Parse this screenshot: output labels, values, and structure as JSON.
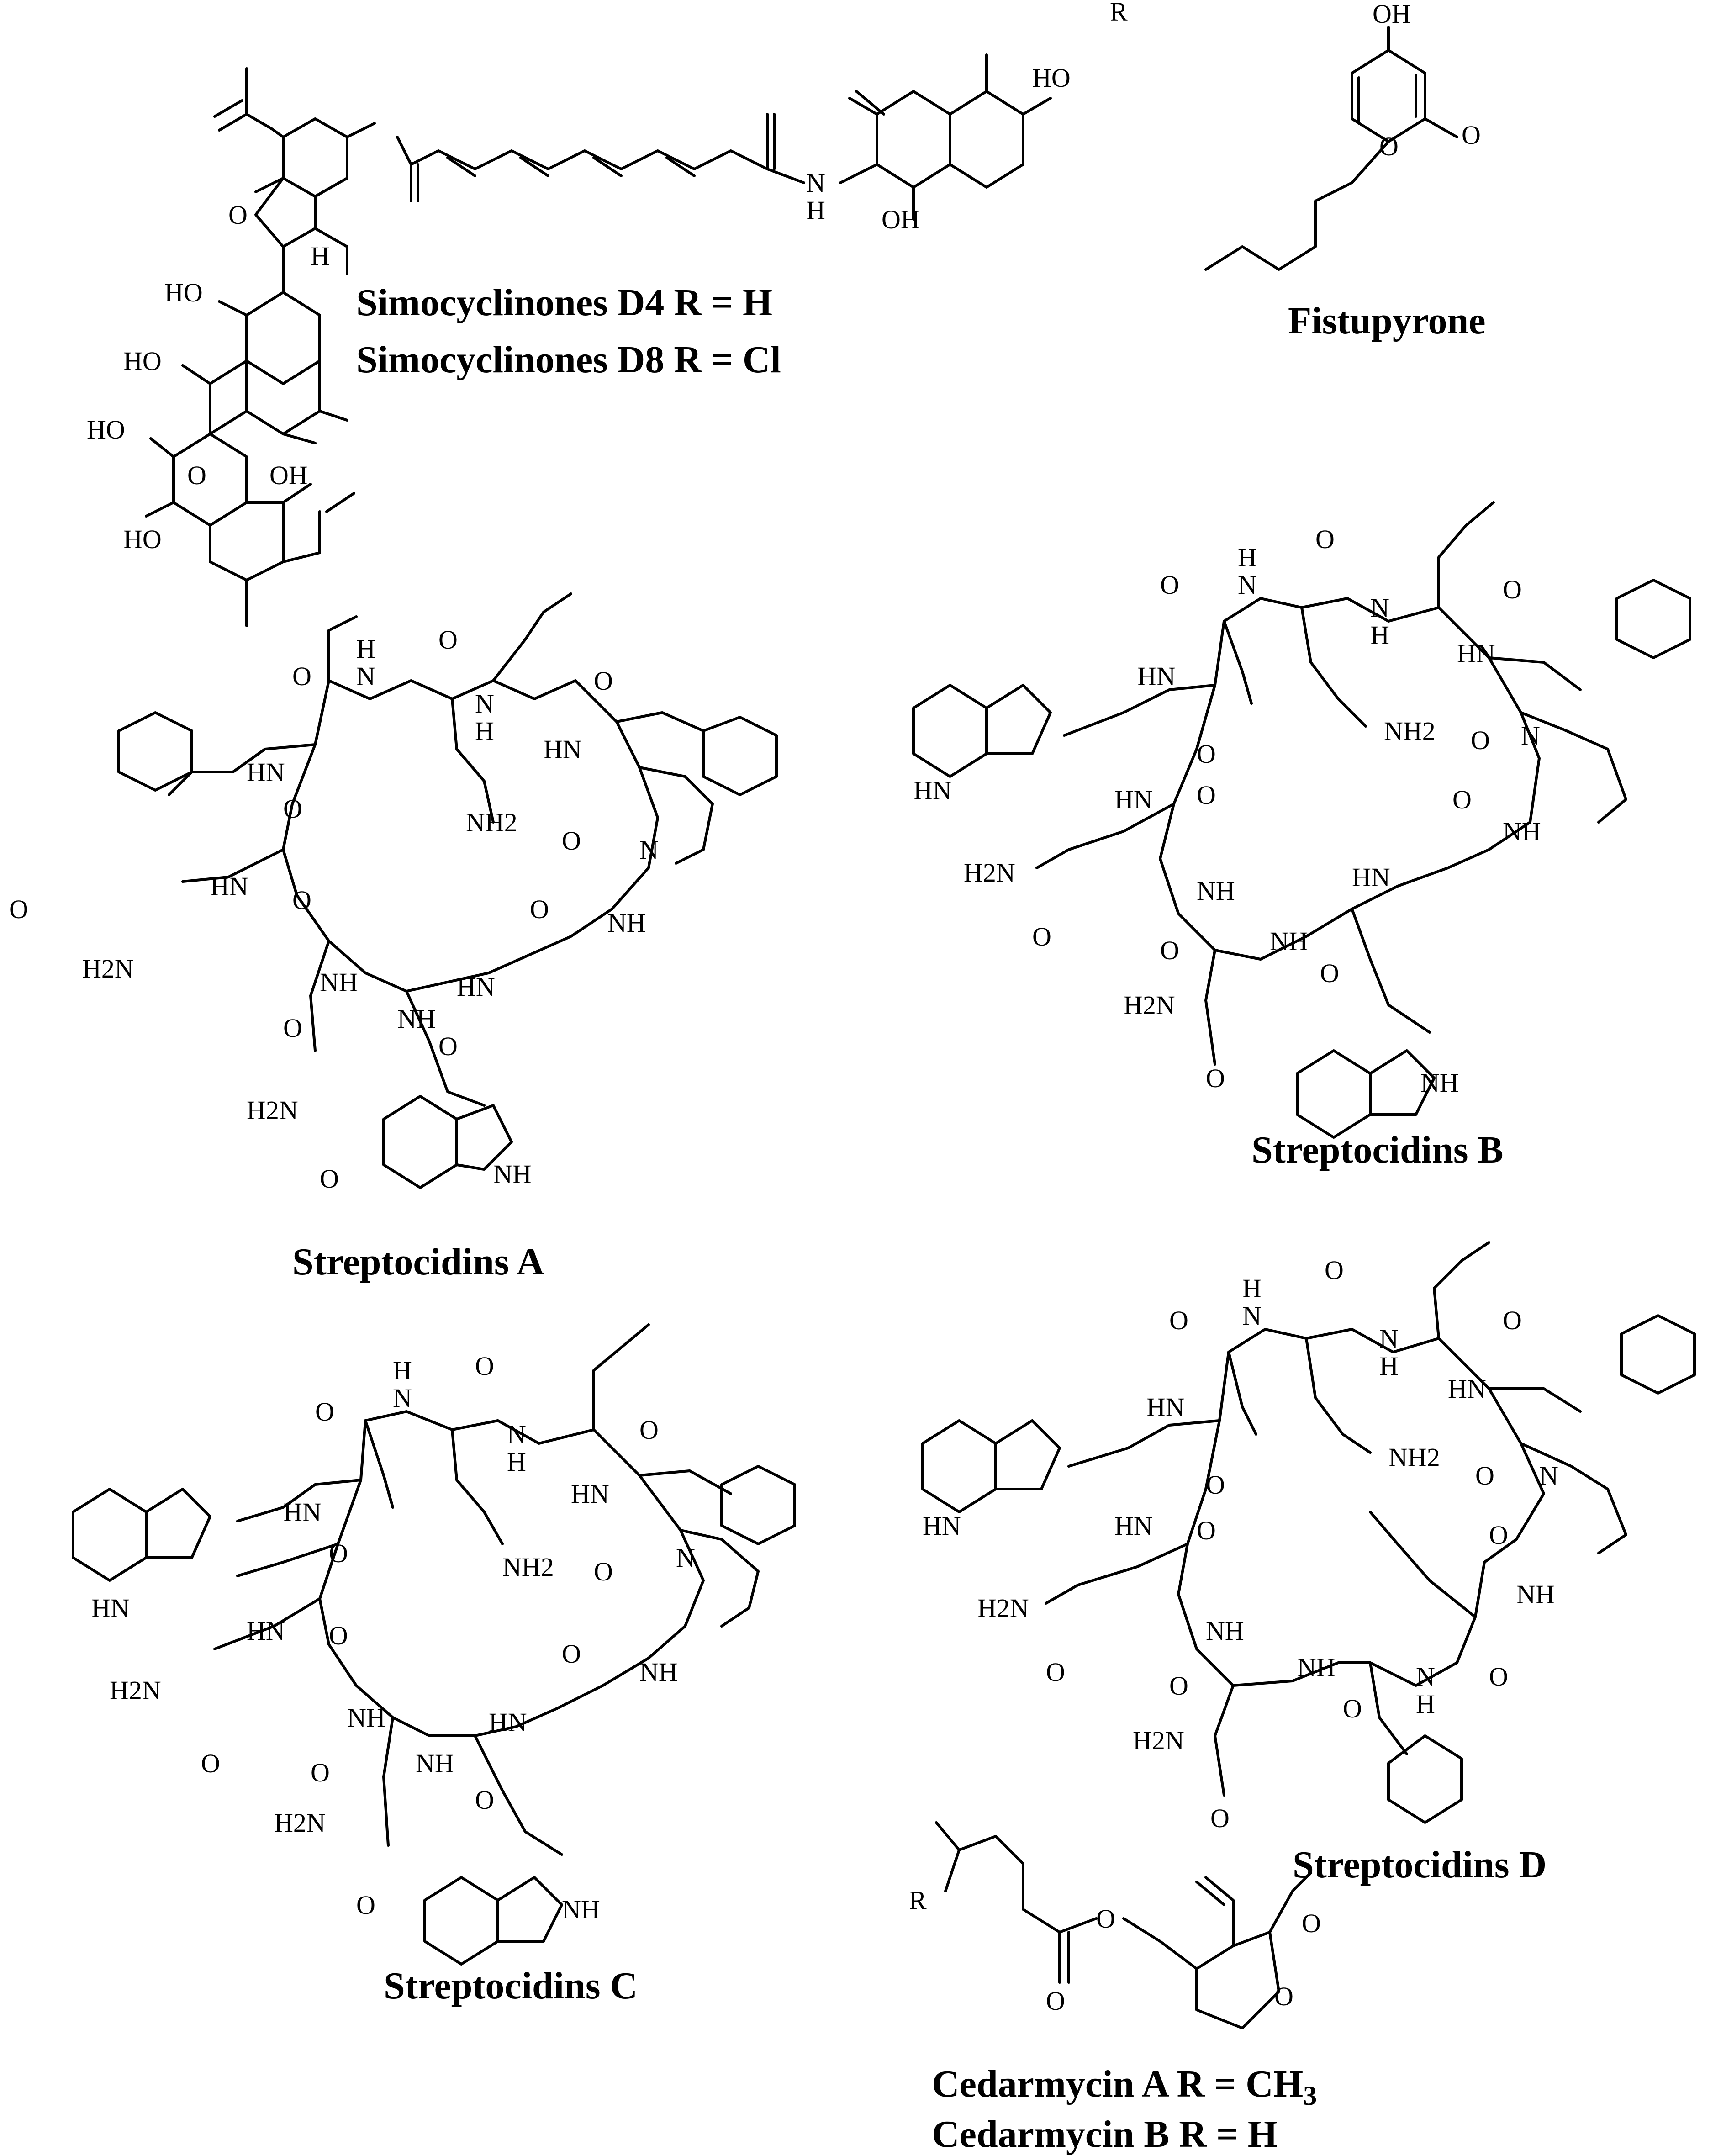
{
  "compounds": {
    "simocyclinone": {
      "lines": [
        "Simocyclinones D4  R = H",
        "Simocyclinones D8  R = Cl"
      ],
      "atoms": {
        "r": "R",
        "ho_right": "HO",
        "oh_bottom": "OH",
        "nh_n": "N",
        "nh_h": "H",
        "h_stereo": "H",
        "ho1": "HO",
        "ho2": "HO",
        "ho3": "HO",
        "ho4": "HO",
        "oh_mid": "OH",
        "o_epox": "O",
        "o_ring": "O"
      }
    },
    "fistupyrone": {
      "name": "Fistupyrone",
      "atoms": {
        "oh": "OH",
        "o_ring": "O",
        "o_keto": "O"
      }
    },
    "streptocidin_a": {
      "name": "Streptocidins A"
    },
    "streptocidin_b": {
      "name": "Streptocidins B"
    },
    "streptocidin_c": {
      "name": "Streptocidins C"
    },
    "streptocidin_d": {
      "name": "Streptocidins D"
    },
    "cedarmycin": {
      "line_a_prefix": "Cedarmycin A   R = CH",
      "line_a_sub": "3",
      "line_b": "Cedarmycin  B   R = H",
      "atoms": {
        "r": "R",
        "o_ester": "O",
        "o_carbonyl": "O",
        "o_lactone": "O",
        "o_ring": "O"
      }
    }
  },
  "common_atoms": {
    "nh": "NH",
    "hn": "HN",
    "n": "N",
    "h": "H",
    "o": "O",
    "nh2": "NH2",
    "h2n": "H2N"
  }
}
